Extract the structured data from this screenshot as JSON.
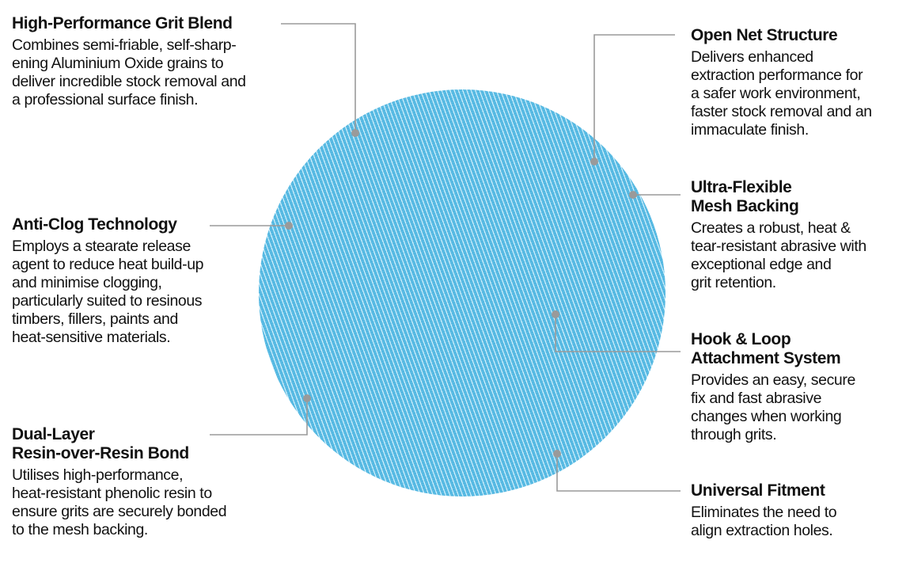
{
  "product": {
    "disc_color": "#5bbde4",
    "leader_color": "#9a9a9a"
  },
  "features": [
    {
      "title": "High-Performance Grit Blend",
      "description_lines": [
        "Combines semi-friable, self-sharp-",
        "ening Aluminium Oxide grains to",
        "deliver incredible stock removal and",
        "a professional surface finish."
      ]
    },
    {
      "title": "Anti-Clog Technology",
      "description_lines": [
        "Employs a stearate release",
        "agent to reduce heat build-up",
        "and minimise clogging,",
        "particularly suited to resinous",
        "timbers, fillers, paints and",
        "heat-sensitive materials."
      ]
    },
    {
      "title_lines": [
        "Dual-Layer",
        "Resin-over-Resin Bond"
      ],
      "description_lines": [
        "Utilises high-performance,",
        "heat-resistant phenolic resin to",
        "ensure grits are securely bonded",
        "to the mesh backing."
      ]
    },
    {
      "title": "Open Net Structure",
      "description_lines": [
        "Delivers enhanced",
        "extraction performance for",
        "a safer work environment,",
        "faster stock removal and an",
        "immaculate finish."
      ]
    },
    {
      "title_lines": [
        "Ultra-Flexible",
        "Mesh Backing"
      ],
      "description_lines": [
        "Creates a robust, heat &",
        "tear-resistant abrasive with",
        "exceptional edge and",
        "grit retention."
      ]
    },
    {
      "title_lines": [
        "Hook & Loop",
        "Attachment System"
      ],
      "description_lines": [
        "Provides an easy, secure",
        "fix and fast abrasive",
        "changes when working",
        "through grits."
      ]
    },
    {
      "title": "Universal Fitment",
      "description_lines": [
        "Eliminates the need to",
        "align extraction holes."
      ]
    }
  ]
}
